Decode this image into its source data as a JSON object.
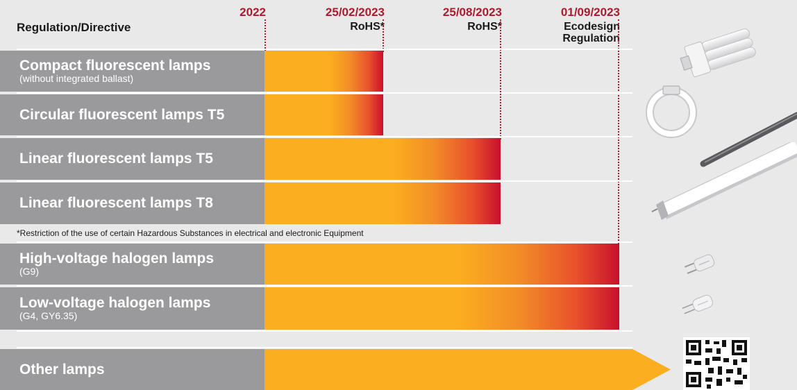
{
  "header": {
    "label": "Regulation/Directive"
  },
  "milestones": [
    {
      "date": "2022",
      "sub": []
    },
    {
      "date": "25/02/2023",
      "sub": [
        "RoHS*"
      ]
    },
    {
      "date": "25/08/2023",
      "sub": [
        "RoHS*"
      ]
    },
    {
      "date": "01/09/2023",
      "sub": [
        "Ecodesign",
        "Regulation"
      ]
    }
  ],
  "rows": [
    {
      "title": "Compact fluorescent lamps",
      "subtitle": "(without integrated ballast)",
      "end": "25/02/2023"
    },
    {
      "title": "Circular fluorescent lamps T5",
      "subtitle": "",
      "end": "25/02/2023"
    },
    {
      "title": "Linear fluorescent lamps T5",
      "subtitle": "",
      "end": "25/08/2023"
    },
    {
      "title": "Linear fluorescent lamps T8",
      "subtitle": "",
      "end": "25/08/2023"
    },
    {
      "title": "High-voltage halogen lamps",
      "subtitle": "(G9)",
      "end": "01/09/2023"
    },
    {
      "title": "Low-voltage halogen lamps",
      "subtitle": "(G4, GY6.35)",
      "end": "01/09/2023"
    },
    {
      "title": "Other lamps",
      "subtitle": "",
      "end": "ongoing"
    }
  ],
  "footnote": "*Restriction of the use of certain Hazardous Substances in electrical and electronic Equipment",
  "colors": {
    "bar_start": "#fbae1f",
    "bar_end": "#c8102e",
    "date": "#b01a2e",
    "label_bg": "#9a9a9c"
  },
  "chart_data": {
    "type": "bar",
    "orientation": "horizontal timeline",
    "x_milestones": [
      "2022",
      "25/02/2023",
      "25/08/2023",
      "01/09/2023"
    ],
    "categories": [
      "Compact fluorescent lamps (without integrated ballast)",
      "Circular fluorescent lamps T5",
      "Linear fluorescent lamps T5",
      "Linear fluorescent lamps T8",
      "High-voltage halogen lamps (G9)",
      "Low-voltage halogen lamps (G4, GY6.35)",
      "Other lamps"
    ],
    "start": [
      "2022",
      "2022",
      "2022",
      "2022",
      "2022",
      "2022",
      "2022"
    ],
    "end": [
      "25/02/2023",
      "25/02/2023",
      "25/08/2023",
      "25/08/2023",
      "01/09/2023",
      "01/09/2023",
      "ongoing"
    ],
    "icons": [
      "compact-lamp-icon",
      "circular-lamp-icon",
      "linear-tube-icon",
      "halogen-capsule-icon",
      "qr-code-icon"
    ]
  }
}
